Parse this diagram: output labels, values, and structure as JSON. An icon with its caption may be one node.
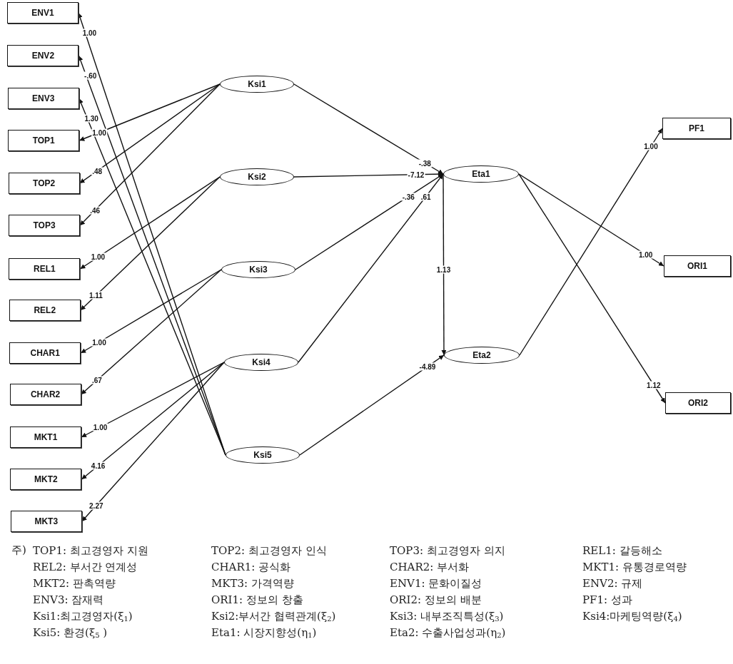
{
  "diagram": {
    "nodes": [
      {
        "text": [
          "ENV1"
        ]
      },
      {
        "text": [
          "ENV2"
        ]
      },
      {
        "text": [
          "ENV3"
        ]
      },
      {
        "text": [
          "TOP1"
        ]
      },
      {
        "text": [
          "TOP2"
        ]
      },
      {
        "text": [
          "TOP3"
        ]
      },
      {
        "text": [
          "REL1"
        ]
      },
      {
        "text": [
          "REL2"
        ]
      },
      {
        "text": [
          "CHAR1"
        ]
      },
      {
        "text": [
          "CHAR2"
        ]
      },
      {
        "text": [
          "MKT1"
        ]
      },
      {
        "text": [
          "MKT2"
        ]
      },
      {
        "text": [
          "MKT3"
        ]
      },
      {
        "text": [
          "Ksi1"
        ]
      },
      {
        "text": [
          "Ksi2"
        ]
      },
      {
        "text": [
          "Ksi3"
        ]
      },
      {
        "text": [
          "Ksi4"
        ]
      },
      {
        "text": [
          "Ksi5"
        ]
      },
      {
        "text": [
          "Eta1"
        ]
      },
      {
        "text": [
          "Eta2"
        ]
      },
      {
        "text": [
          "PF1"
        ]
      },
      {
        "text": [
          "ORI1"
        ]
      },
      {
        "text": [
          "ORI2"
        ]
      }
    ],
    "edges": [
      {
        "from": 17,
        "to": 0,
        "arrow": "to",
        "label": "1.00"
      },
      {
        "from": 17,
        "to": 1,
        "arrow": "to",
        "label": "-.60"
      },
      {
        "from": 17,
        "to": 2,
        "arrow": "to",
        "label": "1.30"
      },
      {
        "from": 13,
        "to": 3,
        "arrow": "to",
        "label": "1.00"
      },
      {
        "from": 13,
        "to": 4,
        "arrow": "to",
        "label": ".48"
      },
      {
        "from": 13,
        "to": 5,
        "arrow": "to",
        "label": ".46"
      },
      {
        "from": 14,
        "to": 6,
        "arrow": "to",
        "label": "1.00"
      },
      {
        "from": 14,
        "to": 7,
        "arrow": "to",
        "label": "1.11"
      },
      {
        "from": 15,
        "to": 8,
        "arrow": "to",
        "label": "1.00"
      },
      {
        "from": 15,
        "to": 9,
        "arrow": "to",
        "label": ".67"
      },
      {
        "from": 16,
        "to": 10,
        "arrow": "to",
        "label": "1.00"
      },
      {
        "from": 16,
        "to": 11,
        "arrow": "to",
        "label": "4.16"
      },
      {
        "from": 16,
        "to": 12,
        "arrow": "to",
        "label": "2.27"
      },
      {
        "from": 13,
        "to": 18,
        "arrow": "to",
        "label": "-.38"
      },
      {
        "from": 14,
        "to": 18,
        "arrow": "to",
        "label": "-7.12"
      },
      {
        "from": 15,
        "to": 18,
        "arrow": "to",
        "label": "-.36"
      },
      {
        "from": 16,
        "to": 18,
        "arrow": "to",
        "label": ".61"
      },
      {
        "from": 18,
        "to": 19,
        "arrow": "to",
        "label": "1.13"
      },
      {
        "from": 17,
        "to": 19,
        "arrow": "to",
        "label": "-4.89"
      },
      {
        "from": 19,
        "to": 20,
        "arrow": "to",
        "label": "1.00"
      },
      {
        "from": 18,
        "to": 21,
        "arrow": "to",
        "label": "1.00"
      },
      {
        "from": 18,
        "to": 22,
        "arrow": "to",
        "label": "1.12"
      }
    ],
    "labels": [
      "주)",
      "TOP1: 최고경영자 지원",
      "TOP2: 최고경영자 인식",
      "TOP3: 최고경영자 의지",
      "REL1: 갈등해소",
      "REL2: 부서간 연계성",
      "CHAR1: 공식화",
      "CHAR2: 부서화",
      "MKT1: 유통경로역량",
      "MKT2: 판촉역량",
      "MKT3: 가격역량",
      "ENV1: 문화이질성",
      "ENV2: 규제",
      "ENV3: 잠재력",
      "ORI1: 정보의 창출",
      "ORI2: 정보의 배분",
      "PF1: 성과",
      "Ksi1:최고경영자(ξ$_{1}$)",
      "Ksi2:부서간 협력관계(ξ$_{2}$)",
      "Ksi3: 내부조직특성(ξ$_{3}$)",
      "Ksi4:마케팅역량(ξ$_{4}$)",
      "Ksi5: 환경(ξ$_{5}$ )",
      "Eta1: 시장지향성(η$_{1}$)",
      "Eta2: 수출사업성과(η$_{2}$)"
    ]
  }
}
